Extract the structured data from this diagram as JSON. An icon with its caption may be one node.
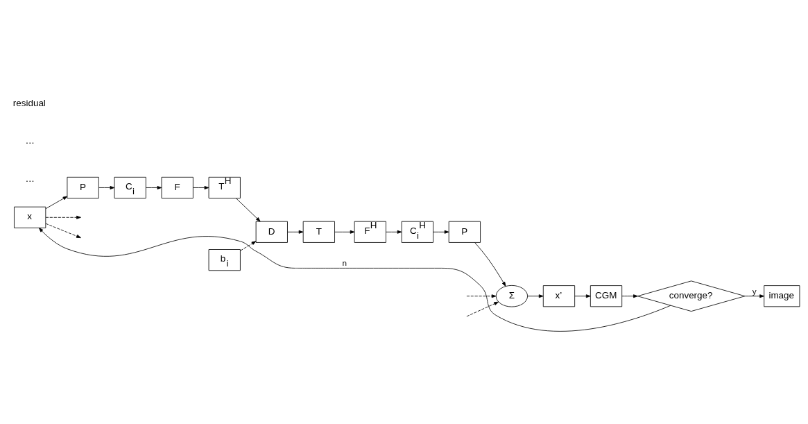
{
  "diagram": {
    "nodes": [
      {
        "text": [
          "x"
        ]
      },
      {
        "text": [
          "P"
        ]
      },
      {
        "text": [
          "C$_{i}$"
        ]
      },
      {
        "text": [
          "F"
        ]
      },
      {
        "text": [
          "T$^{H}$"
        ]
      },
      {
        "text": [
          "b$_{i}$"
        ]
      },
      {
        "text": [
          "D"
        ]
      },
      {
        "text": [
          "T"
        ]
      },
      {
        "text": [
          "F$^{H}$"
        ]
      },
      {
        "text": [
          "C$_{i}$$^{H}$"
        ]
      },
      {
        "text": [
          "P"
        ]
      },
      {
        "text": [
          "Σ"
        ]
      },
      {
        "text": [
          "x’"
        ]
      },
      {
        "text": [
          "CGM"
        ]
      },
      {
        "text": [
          "converge?"
        ]
      },
      {
        "text": [
          "image"
        ]
      }
    ],
    "edges": [
      {
        "from": 0,
        "to": 1,
        "arrow": "to"
      },
      {
        "from": 0,
        "to": null,
        "arrow": "to",
        "style": "dashed"
      },
      {
        "from": 0,
        "to": null,
        "arrow": "to",
        "style": "dashed"
      },
      {
        "from": 1,
        "to": 2,
        "arrow": "to"
      },
      {
        "from": 2,
        "to": 3,
        "arrow": "to"
      },
      {
        "from": 3,
        "to": 4,
        "arrow": "to"
      },
      {
        "from": 4,
        "to": 6,
        "arrow": "to"
      },
      {
        "from": 5,
        "to": 6,
        "arrow": "to",
        "style": "dashed"
      },
      {
        "from": 6,
        "to": 7,
        "arrow": "to"
      },
      {
        "from": 7,
        "to": 8,
        "arrow": "to"
      },
      {
        "from": 8,
        "to": 9,
        "arrow": "to"
      },
      {
        "from": 9,
        "to": 10,
        "arrow": "to"
      },
      {
        "from": 10,
        "to": 11,
        "arrow": "to"
      },
      {
        "from": null,
        "to": 11,
        "arrow": "to",
        "style": "dashed"
      },
      {
        "from": null,
        "to": 11,
        "arrow": "to",
        "style": "dashed"
      },
      {
        "from": 11,
        "to": 12,
        "arrow": "to"
      },
      {
        "from": 12,
        "to": 13,
        "arrow": "to"
      },
      {
        "from": 13,
        "to": 14,
        "arrow": "to"
      },
      {
        "from": 14,
        "to": 0,
        "arrow": "to",
        "label": "n"
      },
      {
        "from": 14,
        "to": 15,
        "arrow": "to",
        "label": "y"
      }
    ],
    "labels": [
      "…",
      "…",
      "residual"
    ]
  }
}
